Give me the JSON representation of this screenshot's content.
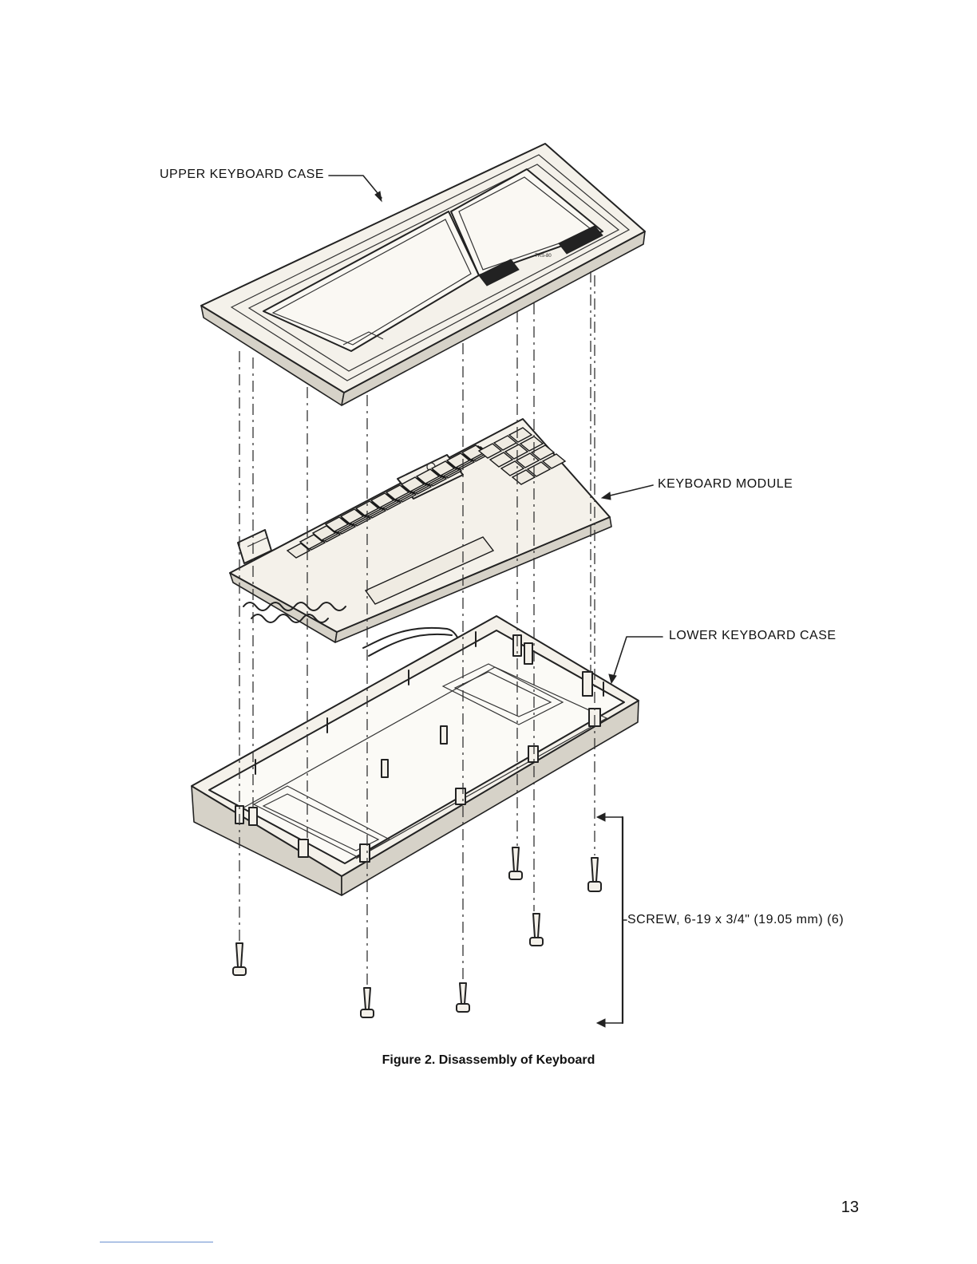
{
  "labels": {
    "upper_case": "UPPER KEYBOARD CASE",
    "keyboard_module": "KEYBOARD MODULE",
    "lower_case": "LOWER KEYBOARD CASE",
    "screw": "SCREW, 6-19 x 3/4\" (19.05 mm) (6)"
  },
  "caption": "Figure 2.  Disassembly of Keyboard",
  "page_number": "13"
}
